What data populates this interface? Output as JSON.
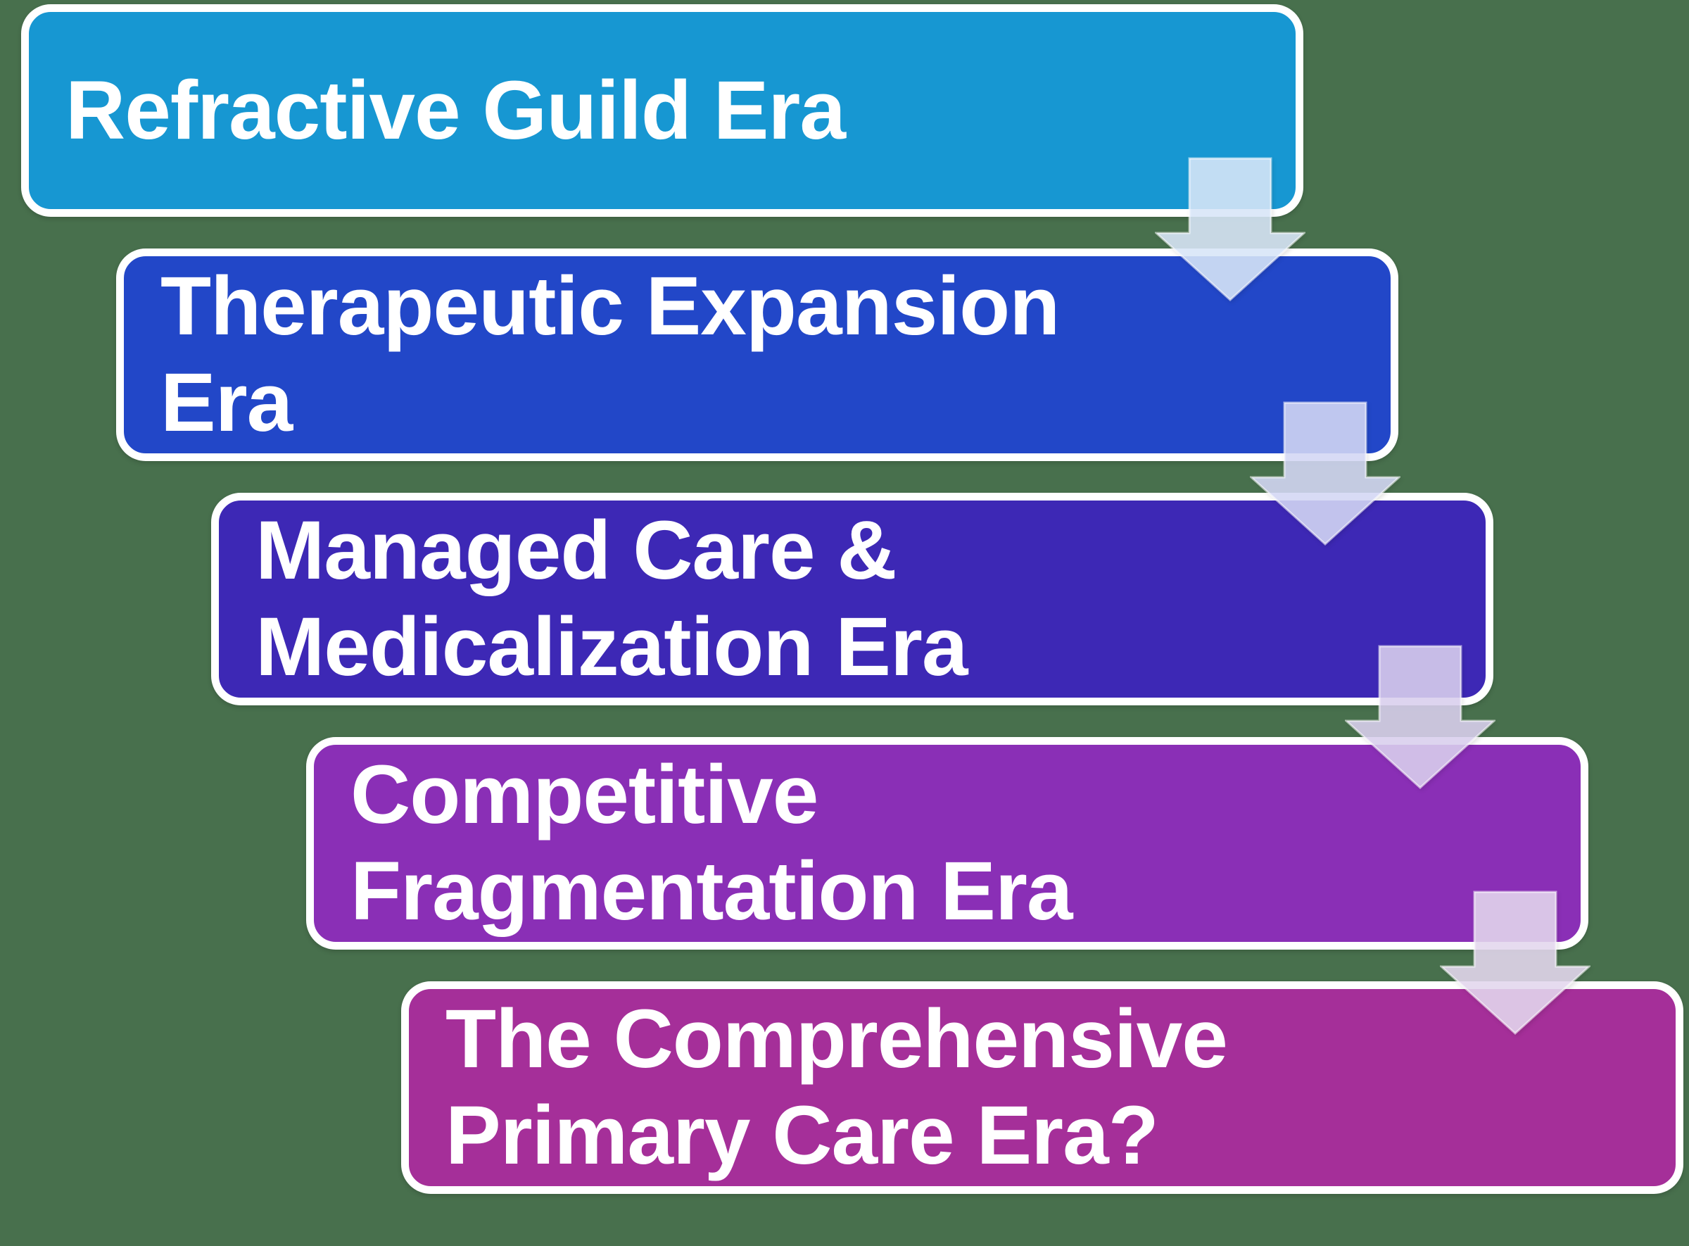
{
  "colors": {
    "background": "#48704d",
    "box_border": "#ffffff",
    "text": "#ffffff"
  },
  "boxes": [
    {
      "name": "refractive-guild-era",
      "color": "#1797d2",
      "lines": [
        "Refractive Guild Era"
      ]
    },
    {
      "name": "therapeutic-expansion-era",
      "color": "#2247c8",
      "lines": [
        "Therapeutic Expansion",
        "Era"
      ]
    },
    {
      "name": "managed-care-medicalization-era",
      "color": "#3d28b5",
      "lines": [
        "Managed Care &",
        "Medicalization Era"
      ]
    },
    {
      "name": "competitive-fragmentation-era",
      "color": "#8a2fb6",
      "lines": [
        "Competitive",
        "Fragmentation Era"
      ]
    },
    {
      "name": "comprehensive-primary-care-era",
      "color": "#a52f99",
      "lines": [
        "The Comprehensive",
        "Primary Care Era?"
      ]
    }
  ],
  "arrows": [
    {
      "name": "down-arrow-1",
      "direction": "down",
      "color": "#dbe8fb"
    },
    {
      "name": "down-arrow-2",
      "direction": "down",
      "color": "#d6d9f7"
    },
    {
      "name": "down-arrow-3",
      "direction": "down",
      "color": "#dcd1f0"
    },
    {
      "name": "down-arrow-4",
      "direction": "down",
      "color": "#e6d9f0"
    }
  ]
}
